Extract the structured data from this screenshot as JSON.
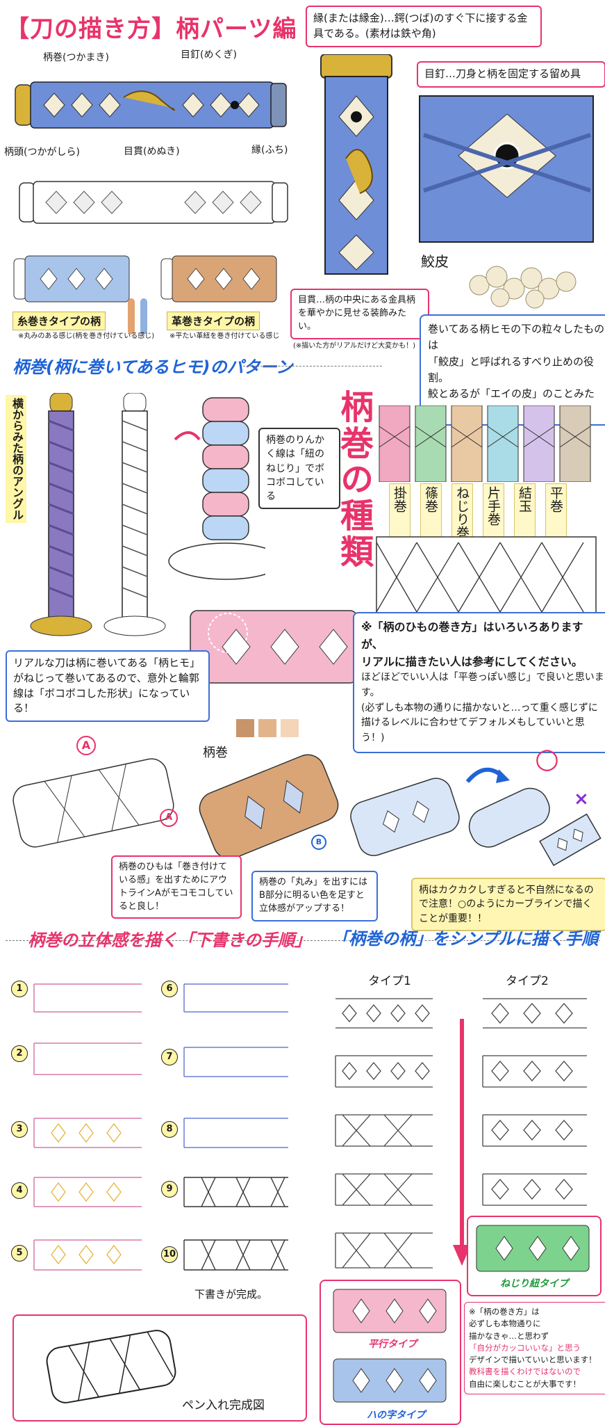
{
  "title": "【刀の描き方】柄パーツ編",
  "parts": {
    "tsukamaki": "柄巻(つかまき)",
    "mekugi": "目釘(めくぎ)",
    "kashira": "柄頭(つかがしら)",
    "menuki": "目貫(めぬき)",
    "fuchi": "縁(ふち)"
  },
  "fuchi_note": "縁(または縁金)…鍔(つば)のすぐ下に接する金具である。(素材は鉄や角)",
  "mekugi_note": "目釘…刀身と柄を固定する留め具",
  "samegawa_label": "鮫皮",
  "menuki_note": "目貫…柄の中央にある金具柄を華やかに見せる装飾みたい。",
  "menuki_note_small": "(※描いた方がリアルだけど大変かも！)",
  "ito_type": "糸巻きタイプの柄",
  "ito_type_note": "※丸みのある感じ(柄を巻き付けている感じ)",
  "kawa_type": "革巻きタイプの柄",
  "kawa_type_note": "※平たい革紐を巻き付けている感じ",
  "samegawa_box": {
    "line1": "巻いてある柄ヒモの下の粒々したものは",
    "line2": "「鮫皮」と呼ばれるすべり止めの役割。",
    "line3": "鮫とあるが「エイの皮」のことみたい。"
  },
  "pattern_heading": "柄巻(柄に巻いてあるヒモ)のパターン",
  "side_angle": "横からみた柄のアングル",
  "twist_note": "柄巻のりんかく線は「紐のねじり」でボコボコしている",
  "types_heading": "柄巻の種類",
  "types": [
    "掛巻",
    "篠巻",
    "ねじり巻",
    "片手巻",
    "結玉",
    "平巻"
  ],
  "real_note": "リアルな刀は柄に巻いてある「柄ヒモ」がねじって巻いてあるので、意外と輪郭線は「ボコボコした形状」になっている！",
  "kinds_box": {
    "line1": "※「柄のひもの巻き方」はいろいろありますが、",
    "line2": "リアルに描きたい人は参考にしてください。",
    "line3": "ほどほどでいい人は「平巻っぽい感じ」で良いと思います。",
    "line4": "(必ずしも本物の通りに描かないと…って重く感じずに",
    "line5": "描けるレベルに合わせてデフォルメもしていいと思う！)"
  },
  "swatch_colors": [
    "#c8946a",
    "#e3b48c",
    "#f4d5b8"
  ],
  "tsukamaki_label": "柄巻",
  "a_mark": "A",
  "b_mark": "B",
  "a_note": "柄巻のひもは「巻き付けている感」を出すためにアウトラインAがモコモコしていると良し！",
  "b_note": "柄巻の「丸み」を出すにはB部分に明るい色を足すと立体感がアップする！",
  "circle_mark": "○",
  "cross_mark": "×",
  "warn_note": "柄はカクカクしすぎると不自然になるので注意！○のようにカーブラインで描くことが重要！！",
  "steps_heading": "柄巻の立体感を描く「下書きの手順」",
  "simple_heading": "「柄巻の柄」をシンプルに描く手順",
  "steps": [
    "1",
    "2",
    "3",
    "4",
    "5",
    "6",
    "7",
    "8",
    "9",
    "10"
  ],
  "draft_done": "下書きが完成。",
  "ink_done": "ペン入れ完成図",
  "type1": "タイプ1",
  "type2": "タイプ2",
  "nejiri_type": "ねじり紐タイプ",
  "heiko_type": "平行タイプ",
  "hachi_type": "ハの字タイプ",
  "final_note": {
    "line1": "※「柄の巻き方」は",
    "line2": "必ずしも本物通りに",
    "line3": "描かなきゃ…と思わず",
    "line4": "「自分がカッコいいな」と思う",
    "line5": "デザインで描いていいと思います！",
    "line6": "教科書を描くわけではないので",
    "line7": "自由に楽しむことが大事です！"
  },
  "colors": {
    "accent_pink": "#e8336b",
    "accent_blue": "#1f63d6",
    "wrap_blue": "#6f8ed8",
    "wrap_purple": "#8a78c0",
    "gold": "#d9b23a"
  }
}
